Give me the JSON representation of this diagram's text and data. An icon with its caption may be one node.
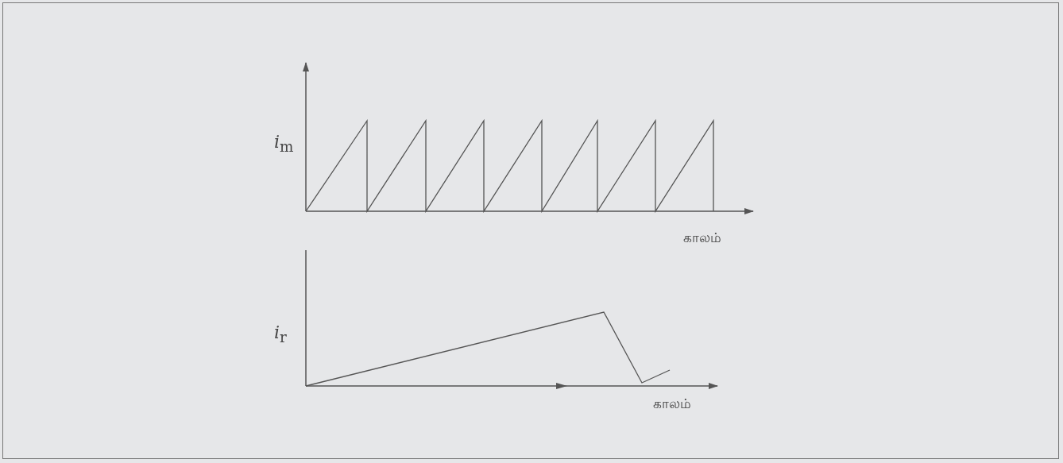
{
  "diagram": {
    "labels": [
      "*i*$_{m}$",
      "காலம்",
      "*i*$_{r}$",
      "காலம்"
    ]
  }
}
